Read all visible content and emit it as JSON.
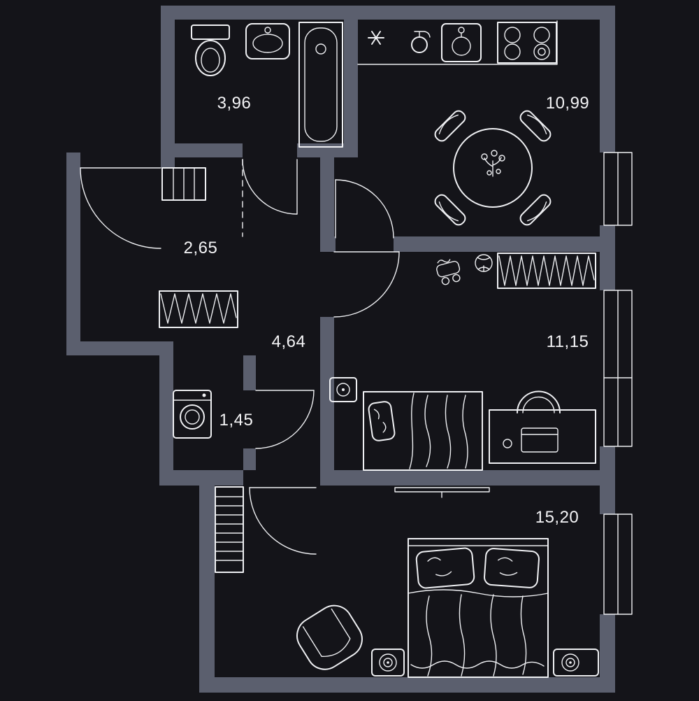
{
  "colors": {
    "background": "#141419",
    "wall": "#5b5f6e",
    "line": "#eff0f3",
    "text": "#f4f4f6"
  },
  "plan": {
    "type": "apartment-floor-plan",
    "rooms": [
      {
        "id": "bathroom",
        "area": "3,96"
      },
      {
        "id": "kitchen-living",
        "area": "10,99"
      },
      {
        "id": "hallway",
        "area": "2,65"
      },
      {
        "id": "corridor",
        "area": "4,64"
      },
      {
        "id": "kids-room",
        "area": "11,15"
      },
      {
        "id": "storage",
        "area": "1,45"
      },
      {
        "id": "bedroom",
        "area": "15,20"
      }
    ]
  },
  "icons": {
    "toilet-icon": "svg-shape",
    "sink-icon": "svg-shape",
    "bathtub-icon": "svg-shape",
    "star-icon": "svg-shape",
    "faucet-icon": "svg-shape",
    "kitchen-sink-icon": "svg-shape",
    "stove-icon": "svg-shape",
    "dining-table-icon": "svg-shape",
    "chair-icon": "svg-shape",
    "shoe-cabinet-icon": "svg-shape",
    "wardrobe-icon": "svg-zigzag-shape",
    "washing-machine-icon": "svg-shape",
    "tv-icon": "svg-shape",
    "bed-icon": "svg-shape",
    "desk-icon": "svg-shape",
    "desk-chair-icon": "svg-shape",
    "toys-icon": "svg-shape",
    "armchair-icon": "svg-shape",
    "rug-icon": "svg-spiral-shape",
    "shelving-icon": "svg-shape",
    "window-icon": "svg-shape",
    "door-arc-icon": "svg-arc-shape"
  }
}
